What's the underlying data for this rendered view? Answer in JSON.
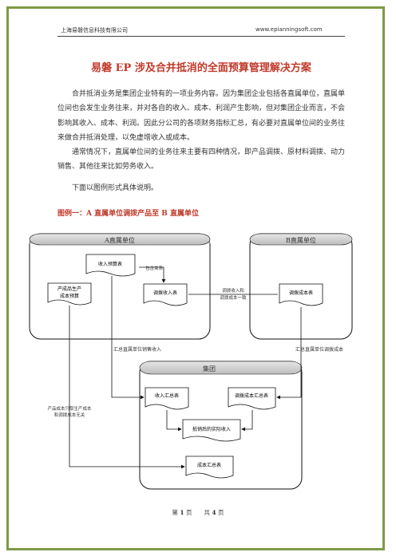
{
  "header": {
    "company": "上海易磐信息科技有限公司",
    "website": "www.epianningsoft.com"
  },
  "title": "易磐 EP 涉及合并抵消的全面预算管理解决方案",
  "paragraphs": [
    "合并抵消业务是集团企业特有的一项业务内容。因为集团企业包括各直属单位，直属单位间也会发生业务往来，并对各自的收入、成本、利润产生影响，但对集团企业而言，不会影响其收入、成本、利润。因此分公司的各项财务指标汇总，有必要对直属单位间的业务往来做合并抵消处理，以免虚增收入或成本。",
    "通常情况下，直属单位间的业务往来主要有四种情况，即产品调拨、原材料调拨、动力销售、其他往来比如劳务收入。",
    "下面以图例形式具体说明。"
  ],
  "figure_caption": "图例一：A 直属单位调拨产品至 B 直属单位",
  "diagram": {
    "unit_a": "A直属单位",
    "unit_b": "B直属单位",
    "group": "集团",
    "doc_revenue_budget": "收入预算表",
    "contains_relation": "包含关系",
    "doc_product_cost_budget_l1": "产成品生产",
    "doc_product_cost_budget_l2": "成本预算",
    "doc_transfer_revenue": "调拨收入表",
    "transfer_link_l1": "调拨收入和",
    "transfer_link_l2": "调拨成本一致",
    "doc_transfer_cost": "调拨成本表",
    "summary_a_label": "汇总直属单位销售收入",
    "summary_b_label": "汇总直属单位调拨成本",
    "doc_revenue_summary": "收入汇总表",
    "doc_transfer_cost_summary": "调拨成本汇总表",
    "doc_actual_revenue": "抵销后的实际收入",
    "product_cost_note_l1": "产品成本只取生产成本",
    "product_cost_note_l2": "和调拨成本无关",
    "doc_cost_summary": "成本汇总表"
  },
  "footer": {
    "prefix": "第",
    "page": "1",
    "mid": "页　　共",
    "total": "4",
    "suffix": "页"
  }
}
